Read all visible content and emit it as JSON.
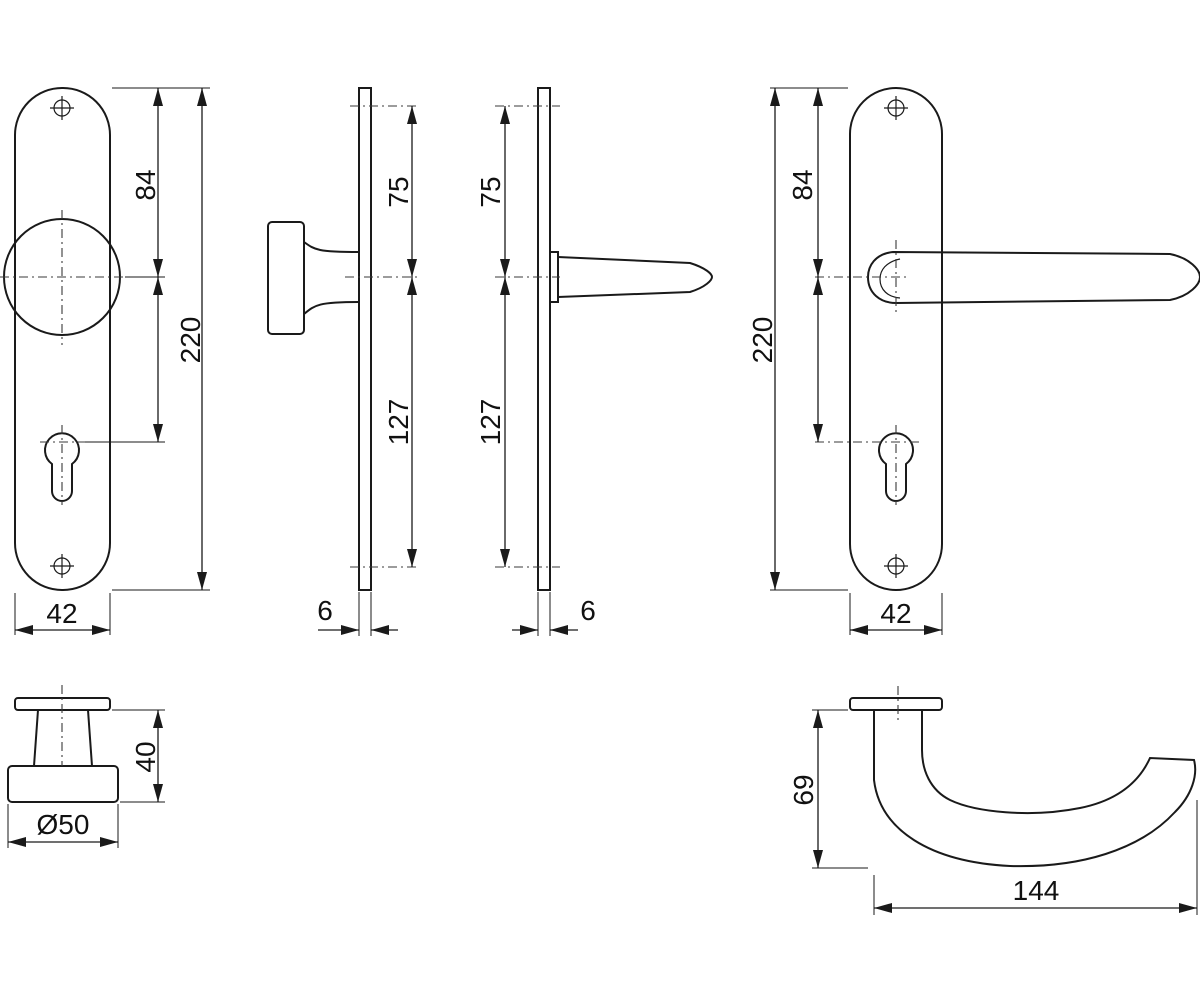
{
  "colors": {
    "line": "#1a1a1a",
    "background": "#ffffff"
  },
  "dimensions": {
    "knob_plate_width": "42",
    "knob_plate_upper": "84",
    "knob_plate_total": "220",
    "knob_side_upper": "75",
    "knob_side_lower": "127",
    "knob_side_thickness": "6",
    "lever_side_upper": "75",
    "lever_side_lower": "127",
    "lever_side_thickness": "6",
    "lever_plate_total": "220",
    "lever_plate_upper": "84",
    "lever_plate_width": "42",
    "knob_projection": "40",
    "knob_diameter": "Ø50",
    "lever_projection": "69",
    "lever_length": "144"
  }
}
